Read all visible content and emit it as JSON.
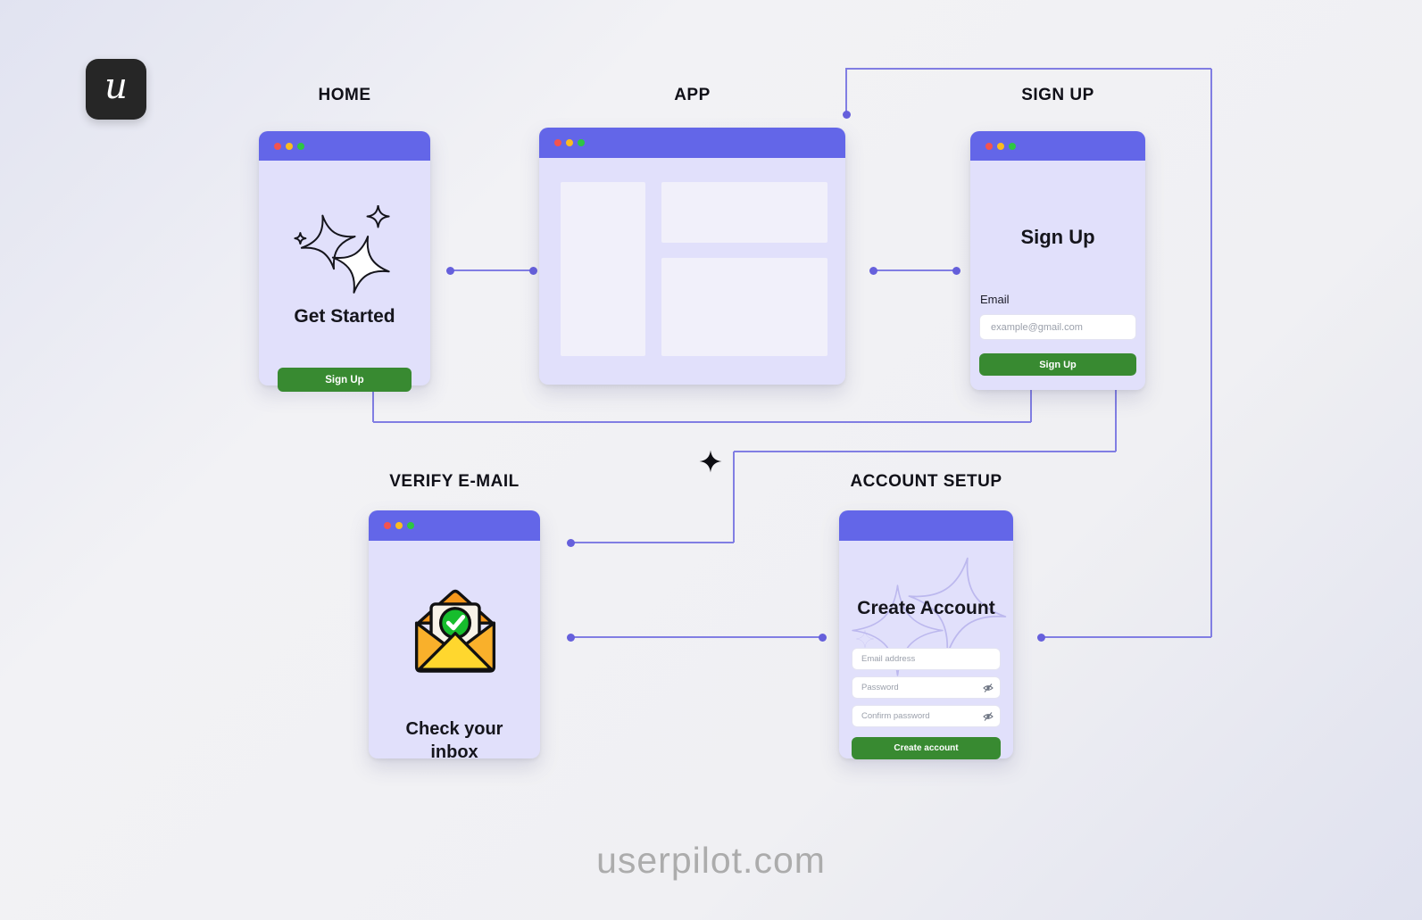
{
  "brand": {
    "logo_letter": "u",
    "watermark": "userpilot.com"
  },
  "colors": {
    "header_purple": "#6366E8",
    "card_lavender": "#E1E0FB",
    "accent_green": "#388A31",
    "connector_purple": "#817EE3",
    "traffic_red": "#F4534E",
    "traffic_yellow": "#FBBC1F",
    "traffic_green": "#2DC643"
  },
  "windows": {
    "home": {
      "title": "HOME",
      "heading": "Get Started",
      "signup_button": "Sign Up"
    },
    "app": {
      "title": "APP"
    },
    "signup": {
      "title": "SIGN UP",
      "heading": "Sign Up",
      "email_label": "Email",
      "email_placeholder": "example@gmail.com",
      "signup_button": "Sign Up"
    },
    "verify": {
      "title": "VERIFY E-MAIL",
      "heading_line1": "Check your",
      "heading_line2": "inbox"
    },
    "account": {
      "title": "ACCOUNT SETUP",
      "heading": "Create Account",
      "email_placeholder": "Email address",
      "password_placeholder": "Password",
      "confirm_password_placeholder": "Confirm password",
      "create_button": "Create account"
    }
  }
}
